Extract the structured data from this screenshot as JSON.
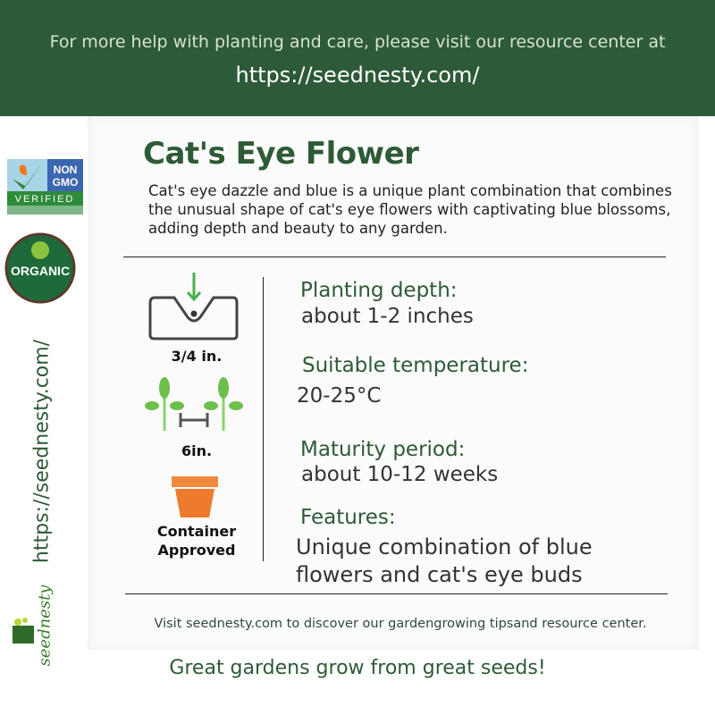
{
  "header": {
    "line1": "For more help with planting and care, please visit our resource center at",
    "url": "https://seednesty.com/"
  },
  "badges": {
    "nongmo": [
      "NON",
      "GMO",
      "VERIFIED"
    ],
    "organic": "ORGANIC"
  },
  "side": {
    "url": "https://seednesty.com/",
    "brand": "seednesty"
  },
  "product": {
    "title": "Cat's Eye Flower",
    "description": "Cat's eye dazzle and blue is a unique plant combination that combines the unusual shape of cat's eye flowers with captivating blue blossoms, adding depth and beauty to any garden."
  },
  "icons": {
    "depth": "3/4 in.",
    "spacing": "6in.",
    "container": [
      "Container",
      "Approved"
    ]
  },
  "specs": [
    {
      "label": "Planting depth:",
      "value": "about  1-2 inches"
    },
    {
      "label": "Suitable temperature:",
      "value": "20-25°C"
    },
    {
      "label": "Maturity period:",
      "value": "about 10-12 weeks"
    },
    {
      "label": "Features:",
      "value": "Unique combination of blue flowers and cat's eye buds"
    }
  ],
  "footer": "Visit seednesty.com to discover our gardengrowing tipsand resource center.",
  "tagline": "Great gardens grow from great seeds!"
}
